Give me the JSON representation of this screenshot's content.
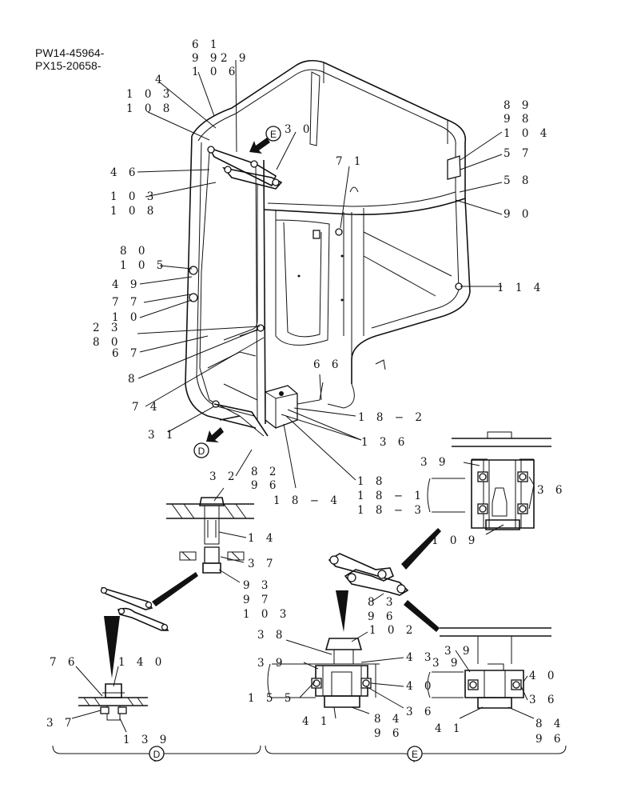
{
  "header": {
    "serial_1": "PW14-45964-",
    "serial_2": "PX15-20658-"
  },
  "view_markers": {
    "d": "D",
    "e": "E"
  },
  "callouts": [
    {
      "id": "c61",
      "text": "6 1"
    },
    {
      "id": "c99",
      "text": "9 9"
    },
    {
      "id": "c29",
      "text": "2 9"
    },
    {
      "id": "c106",
      "text": "1 0 6"
    },
    {
      "id": "c4",
      "text": "4"
    },
    {
      "id": "c103a",
      "text": "1 0 3"
    },
    {
      "id": "c108a",
      "text": "1 0 8"
    },
    {
      "id": "c30",
      "text": "3 0"
    },
    {
      "id": "c46",
      "text": "4 6"
    },
    {
      "id": "c103b",
      "text": "1 0 3"
    },
    {
      "id": "c108b",
      "text": "1 0 8"
    },
    {
      "id": "c71",
      "text": "7 1"
    },
    {
      "id": "c89",
      "text": "8 9"
    },
    {
      "id": "c98",
      "text": "9 8"
    },
    {
      "id": "c104",
      "text": "1 0 4"
    },
    {
      "id": "c57",
      "text": "5 7"
    },
    {
      "id": "c58",
      "text": "5 8"
    },
    {
      "id": "c90",
      "text": "9 0"
    },
    {
      "id": "c80a",
      "text": "8 0"
    },
    {
      "id": "c105",
      "text": "1 0 5"
    },
    {
      "id": "c49",
      "text": "4 9"
    },
    {
      "id": "c77",
      "text": "7 7"
    },
    {
      "id": "c10",
      "text": "1 0"
    },
    {
      "id": "c23",
      "text": "2 3"
    },
    {
      "id": "c80b",
      "text": "8 0"
    },
    {
      "id": "c67",
      "text": "6 7"
    },
    {
      "id": "c114",
      "text": "1 1 4"
    },
    {
      "id": "c8",
      "text": "8"
    },
    {
      "id": "c66",
      "text": "6 6"
    },
    {
      "id": "c74",
      "text": "7 4"
    },
    {
      "id": "c18-2",
      "text": "1 8 − 2"
    },
    {
      "id": "c31",
      "text": "3 1"
    },
    {
      "id": "c136",
      "text": "1 3 6"
    },
    {
      "id": "c39a",
      "text": "3 9"
    },
    {
      "id": "c36a",
      "text": "3 6"
    },
    {
      "id": "c82",
      "text": "8 2"
    },
    {
      "id": "c96a",
      "text": "9 6"
    },
    {
      "id": "c32",
      "text": "3 2"
    },
    {
      "id": "c18-4",
      "text": "1 8 − 4"
    },
    {
      "id": "c18",
      "text": "1 8"
    },
    {
      "id": "c18-1",
      "text": "1 8 − 1"
    },
    {
      "id": "c18-3",
      "text": "1 8 − 3"
    },
    {
      "id": "c14",
      "text": "1 4"
    },
    {
      "id": "c109",
      "text": "1 0 9"
    },
    {
      "id": "c37a",
      "text": "3 7"
    },
    {
      "id": "c93",
      "text": "9 3"
    },
    {
      "id": "c97",
      "text": "9 7"
    },
    {
      "id": "c103c",
      "text": "1 0 3"
    },
    {
      "id": "c83",
      "text": "8 3"
    },
    {
      "id": "c96b",
      "text": "9 6"
    },
    {
      "id": "c38",
      "text": "3 8"
    },
    {
      "id": "c102",
      "text": "1 0 2"
    },
    {
      "id": "c39b",
      "text": "3 9"
    },
    {
      "id": "c43",
      "text": "4 3"
    },
    {
      "id": "c39c",
      "text": "3 9"
    },
    {
      "id": "c76",
      "text": "7 6"
    },
    {
      "id": "c140",
      "text": "1 4 0"
    },
    {
      "id": "c39d",
      "text": "3 9"
    },
    {
      "id": "c40a",
      "text": "4 0"
    },
    {
      "id": "c40b",
      "text": "4 0"
    },
    {
      "id": "c155",
      "text": "1 5 5"
    },
    {
      "id": "c36b",
      "text": "3 6"
    },
    {
      "id": "c36c",
      "text": "3 6"
    },
    {
      "id": "c37b",
      "text": "3 7"
    },
    {
      "id": "c41a",
      "text": "4 1"
    },
    {
      "id": "c84a",
      "text": "8 4"
    },
    {
      "id": "c96c",
      "text": "9 6"
    },
    {
      "id": "c41b",
      "text": "4 1"
    },
    {
      "id": "c84b",
      "text": "8 4"
    },
    {
      "id": "c96d",
      "text": "9 6"
    },
    {
      "id": "c139",
      "text": "1 3 9"
    }
  ]
}
